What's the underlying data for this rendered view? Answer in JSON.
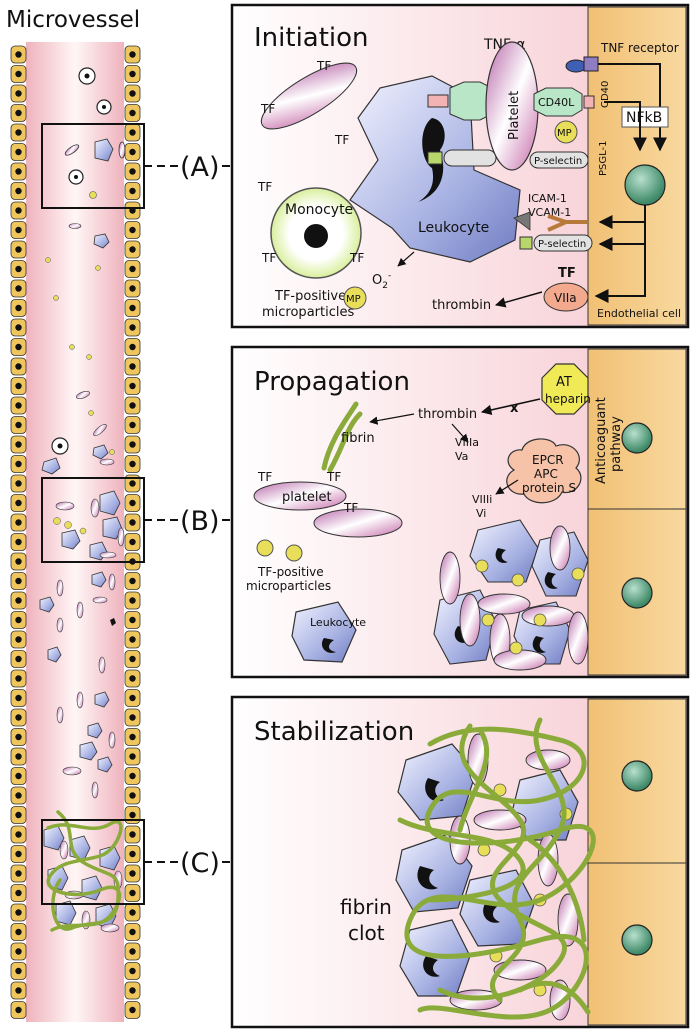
{
  "title": "Microvessel",
  "callouts": [
    "(A)",
    "(B)",
    "(C)"
  ],
  "panels": {
    "initiation": {
      "heading": "Initiation",
      "tf": "TF",
      "tnf_alpha": "TNF-α",
      "tnf_receptor": "TNF receptor",
      "cd40": "CD40",
      "cd40l": "CD40L",
      "nfkb": "NFkB",
      "platelet": "Platelet",
      "mp": "MP",
      "psgl1": "PSGL-1",
      "p_selectin": "P-selectin",
      "icam1": "ICAM-1",
      "vcam1": "VCAM-1",
      "monocyte": "Monocyte",
      "leukocyte": "Leukocyte",
      "o2": "O",
      "o2_sub": "2",
      "o2_sup": "-",
      "tf_positive": "TF-positive",
      "microparticles": "microparticles",
      "thrombin": "thrombin",
      "viia": "VIIa",
      "endothelial_cell": "Endothelial cell"
    },
    "propagation": {
      "heading": "Propagation",
      "at": "AT",
      "heparin": "heparin",
      "anticoagulant_line1": "Anticoaguant",
      "anticoagulant_line2": "pathway",
      "thrombin": "thrombin",
      "x_mark": "x",
      "fibrin": "fibrin",
      "viiia": "VIIIa",
      "va": "Va",
      "epcr": "EPCR",
      "apc": "APC",
      "protein_s": "protein S",
      "viiii": "VIIIi",
      "vi": "Vi",
      "tf": "TF",
      "platelet": "platelet",
      "tf_positive": "TF-positive",
      "microparticles": "microparticles",
      "leukocyte": "Leukocyte"
    },
    "stabilization": {
      "heading": "Stabilization",
      "fibrin": "fibrin",
      "clot": "clot"
    }
  },
  "colors": {
    "cell_wall": "#efc55e",
    "endothelial": "#f3c98a",
    "lumen_pink": "#f6d3da",
    "leukocyte": "#8e9bd6",
    "platelet_pink": "#c77fb4",
    "fibrin": "#8aaa3a",
    "nucleus": "#4f9b7c",
    "microparticle": "#e8de5a"
  }
}
